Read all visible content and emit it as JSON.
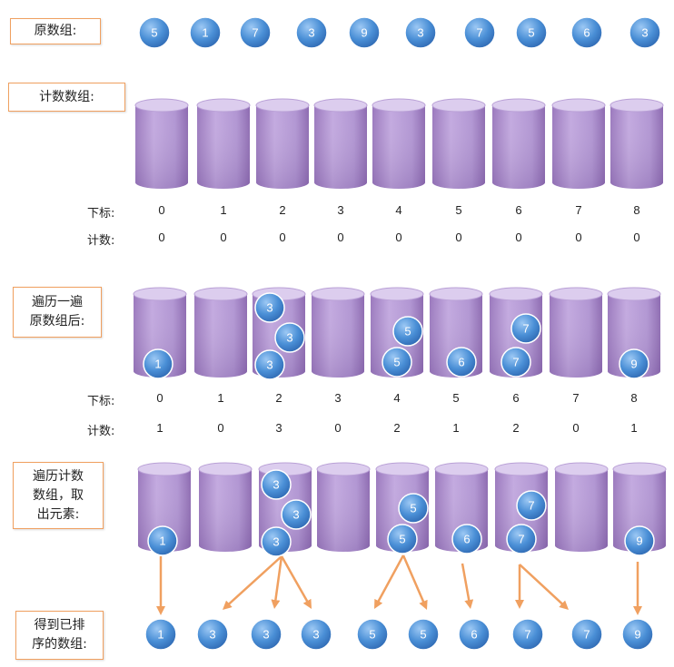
{
  "labels": {
    "original": "原数组:",
    "count_array": "计数数组:",
    "after_pass": "遍历一遍\n原数组后:",
    "extract": "遍历计数\n数组，取\n出元素:",
    "sorted": "得到已排\n序的数组:"
  },
  "row_labels": {
    "index": "下标:",
    "count": "计数:"
  },
  "original_array": [
    5,
    1,
    7,
    3,
    9,
    3,
    7,
    5,
    6,
    3
  ],
  "indices": [
    0,
    1,
    2,
    3,
    4,
    5,
    6,
    7,
    8
  ],
  "initial_counts": [
    0,
    0,
    0,
    0,
    0,
    0,
    0,
    0,
    0
  ],
  "counts_after_pass": [
    1,
    0,
    3,
    0,
    2,
    1,
    2,
    0,
    1
  ],
  "buckets": [
    [
      1
    ],
    [],
    [
      3,
      3,
      3
    ],
    [],
    [
      5,
      5
    ],
    [
      6
    ],
    [
      7,
      7
    ],
    [],
    [
      9
    ]
  ],
  "sorted_array": [
    1,
    3,
    3,
    3,
    5,
    5,
    6,
    7,
    7,
    9
  ],
  "colors": {
    "cylinder_body": "#a283c4",
    "cylinder_top": "#d8c8ea",
    "ball": "#4a8fd6",
    "arrow": "#f0a060",
    "label_border": "#f0a060"
  }
}
